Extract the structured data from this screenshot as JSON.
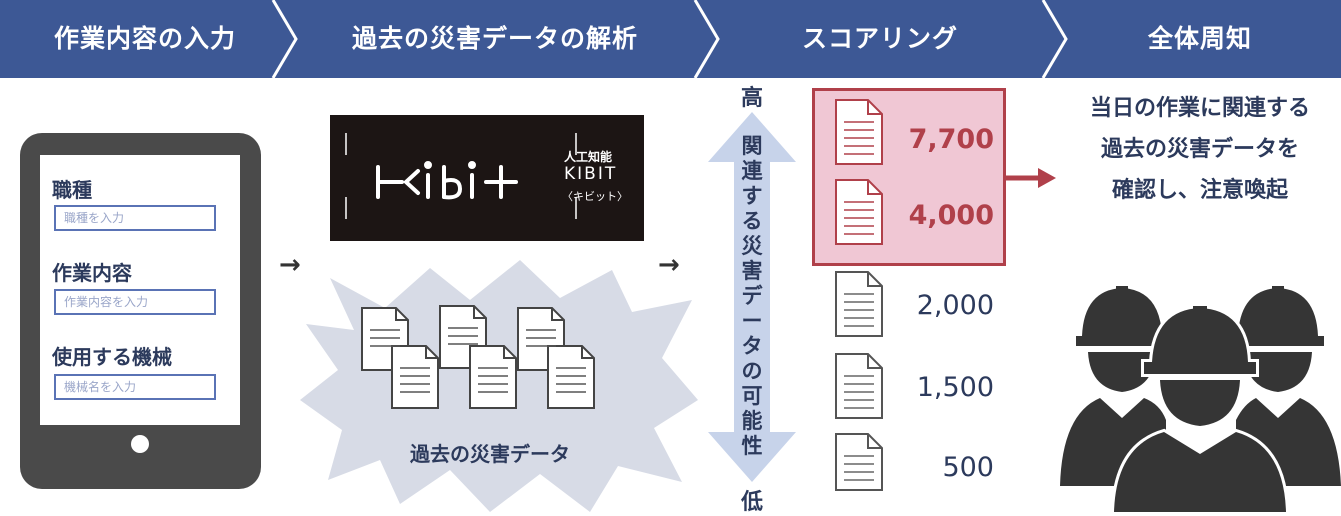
{
  "stages": [
    {
      "label": "作業内容の入力"
    },
    {
      "label": "過去の災害データの解析"
    },
    {
      "label": "スコアリング"
    },
    {
      "label": "全体周知"
    }
  ],
  "tablet": {
    "fields": [
      {
        "label": "職種",
        "placeholder": "職種を入力"
      },
      {
        "label": "作業内容",
        "placeholder": "作業内容を入力"
      },
      {
        "label": "使用する機械",
        "placeholder": "機械名を入力"
      }
    ]
  },
  "kibit": {
    "logo_text": "KIBIT",
    "subtitle_ai": "人工知能",
    "name": "KIBIT",
    "reading": "〈キビット〉"
  },
  "past_data_label": "過去の災害データ",
  "relevance_axis": {
    "high": "高",
    "vertical_label": "関連する災害データの可能性",
    "low": "低"
  },
  "scores": [
    {
      "value": "7,700",
      "highlighted": true
    },
    {
      "value": "4,000",
      "highlighted": true
    },
    {
      "value": "2,000",
      "highlighted": false
    },
    {
      "value": "1,500",
      "highlighted": false
    },
    {
      "value": "500",
      "highlighted": false
    }
  ],
  "notice": {
    "lines": [
      "当日の作業に関連する",
      "過去の災害データを",
      "確認し、注意喚起"
    ]
  },
  "colors": {
    "header": "#3d5895",
    "text_navy": "#2c3a5c",
    "highlight_bg": "#f0c7d4",
    "highlight_border": "#b0404a",
    "arrow_red": "#b0404a",
    "axis_light": "#c7d3ea"
  }
}
